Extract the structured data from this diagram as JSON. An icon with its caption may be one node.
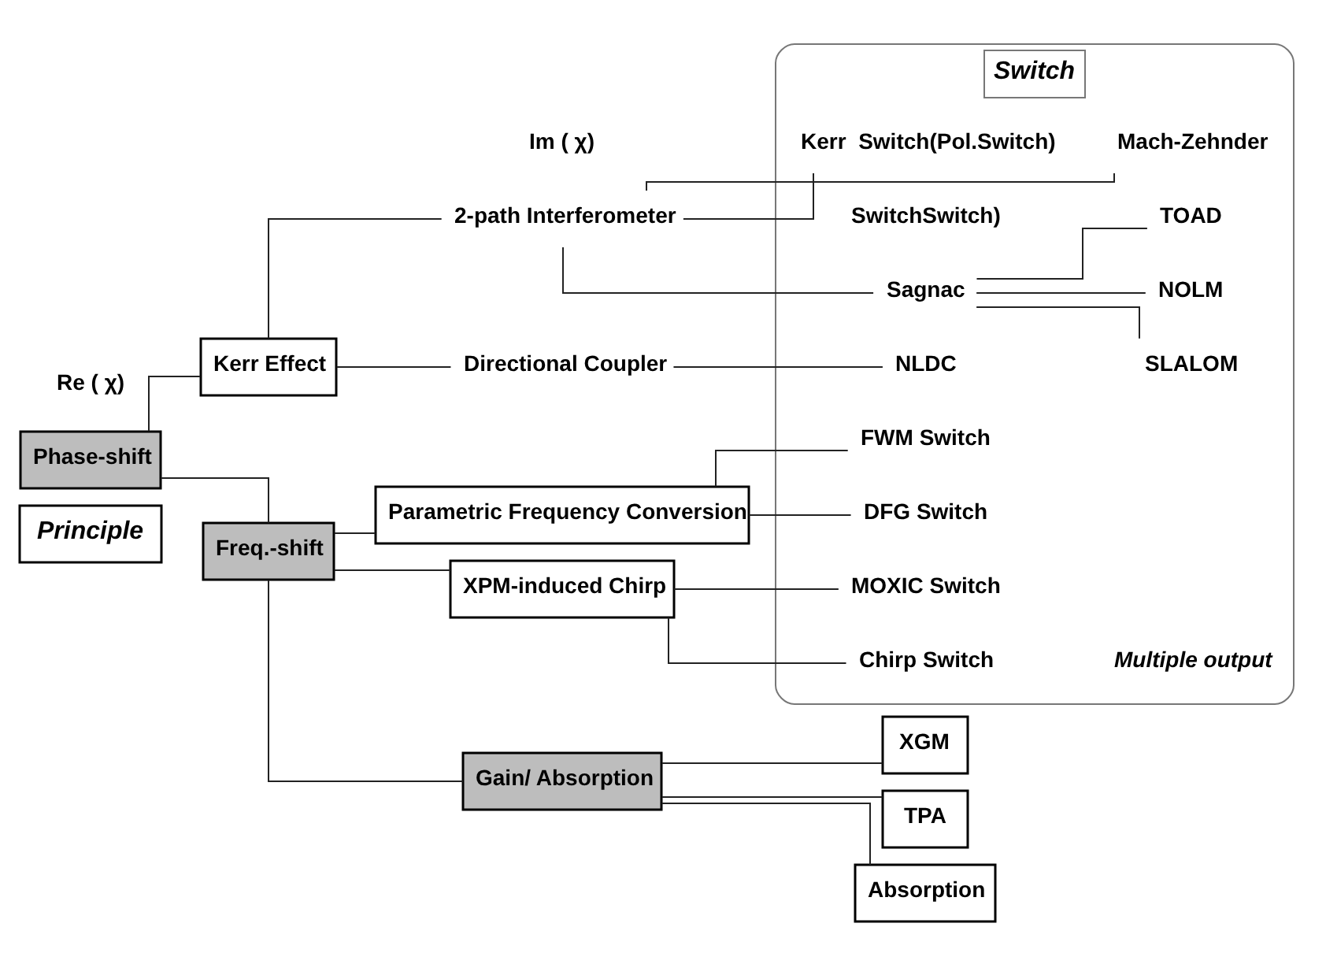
{
  "diagram": {
    "nodes": [
      {
        "text": [
          "Principle"
        ]
      },
      {
        "text": [
          "Phase-shift"
        ]
      },
      {
        "text": [
          "Kerr Effect"
        ]
      },
      {
        "text": [
          "2-path Interferometer"
        ]
      },
      {
        "text": [
          "Directional Coupler"
        ]
      },
      {
        "text": [
          "Freq.-shift"
        ]
      },
      {
        "text": [
          "Parametric Frequency Conversion"
        ]
      },
      {
        "text": [
          "XPM-induced Chirp"
        ]
      },
      {
        "text": [
          "Gain/ Absorption"
        ]
      },
      {
        "text": [
          "XGM"
        ]
      },
      {
        "text": [
          "TPA"
        ]
      },
      {
        "text": [
          "Absorption"
        ]
      },
      {
        "text": [
          "Switch"
        ]
      },
      {
        "text": [
          "Kerr  Switch(Pol.Switch)"
        ],
        "in": 12
      },
      {
        "text": [
          "Mach-Zehnder"
        ],
        "in": 12
      },
      {
        "text": [
          "Sagnac"
        ],
        "in": 12
      },
      {
        "text": [
          "NOLM"
        ],
        "in": 12
      },
      {
        "text": [
          "TOAD"
        ],
        "in": 12
      },
      {
        "text": [
          "SLALOM"
        ],
        "in": 12
      },
      {
        "text": [
          "NLDC"
        ],
        "in": 12
      },
      {
        "text": [
          "FWM Switch"
        ],
        "in": 12
      },
      {
        "text": [
          "DFG Switch"
        ],
        "in": 12
      },
      {
        "text": [
          "Chirp Switch"
        ],
        "in": 12
      },
      {
        "text": [
          "MOXIC Switch"
        ],
        "in": 12
      }
    ],
    "edges": [
      {
        "from": 1,
        "to": 5,
        "arrow": "none"
      },
      {
        "from": 5,
        "to": 8,
        "arrow": "none"
      },
      {
        "from": 1,
        "to": 2,
        "arrow": "none"
      },
      {
        "from": 2,
        "to": 3,
        "arrow": "none"
      },
      {
        "from": 2,
        "to": 4,
        "arrow": "none"
      },
      {
        "from": 3,
        "to": 13,
        "arrow": "none"
      },
      {
        "from": 3,
        "to": 14,
        "arrow": "none"
      },
      {
        "from": 3,
        "to": 15,
        "arrow": "none"
      },
      {
        "from": 15,
        "to": 16,
        "arrow": "none"
      },
      {
        "from": 15,
        "to": 17,
        "arrow": "none"
      },
      {
        "from": 15,
        "to": 18,
        "arrow": "none"
      },
      {
        "from": 4,
        "to": 19,
        "arrow": "none"
      },
      {
        "from": 5,
        "to": 6,
        "arrow": "none"
      },
      {
        "from": 5,
        "to": 7,
        "arrow": "none"
      },
      {
        "from": 6,
        "to": 20,
        "arrow": "none"
      },
      {
        "from": 6,
        "to": 21,
        "arrow": "none"
      },
      {
        "from": 7,
        "to": 22,
        "arrow": "none"
      },
      {
        "from": 7,
        "to": 23,
        "arrow": "none"
      },
      {
        "from": 8,
        "to": 9,
        "arrow": "none"
      },
      {
        "from": 8,
        "to": 10,
        "arrow": "none"
      },
      {
        "from": 8,
        "to": 11,
        "arrow": "none"
      }
    ],
    "labels": [
      "Re ( χ)",
      "Im ( χ)",
      "SwitchSwitch)",
      "Multiple output"
    ]
  }
}
